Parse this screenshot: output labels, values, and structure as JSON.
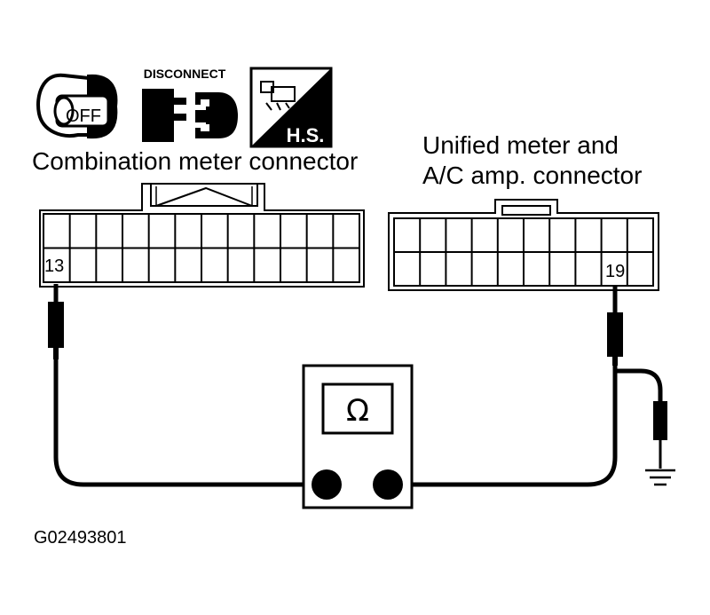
{
  "icons": {
    "ignition": {
      "text": "OFF",
      "icon": "ignition-key-off-icon"
    },
    "disconnect": {
      "text": "DISCONNECT",
      "icon": "connector-disconnect-icon"
    },
    "harness_side": {
      "text": "H.S.",
      "icon": "harness-side-icon"
    }
  },
  "connectors": {
    "combination_meter": {
      "label": "Combination meter connector",
      "terminal": "13"
    },
    "unified_meter": {
      "label_line1": "Unified meter and",
      "label_line2": "A/C amp. connector",
      "terminal": "19"
    }
  },
  "meter": {
    "symbol": "Ω",
    "icon": "ohmmeter-icon"
  },
  "ground": {
    "icon": "ground-symbol-icon"
  },
  "figure_id": "G02493801",
  "colors": {
    "ink": "#000000",
    "paper": "#ffffff"
  }
}
